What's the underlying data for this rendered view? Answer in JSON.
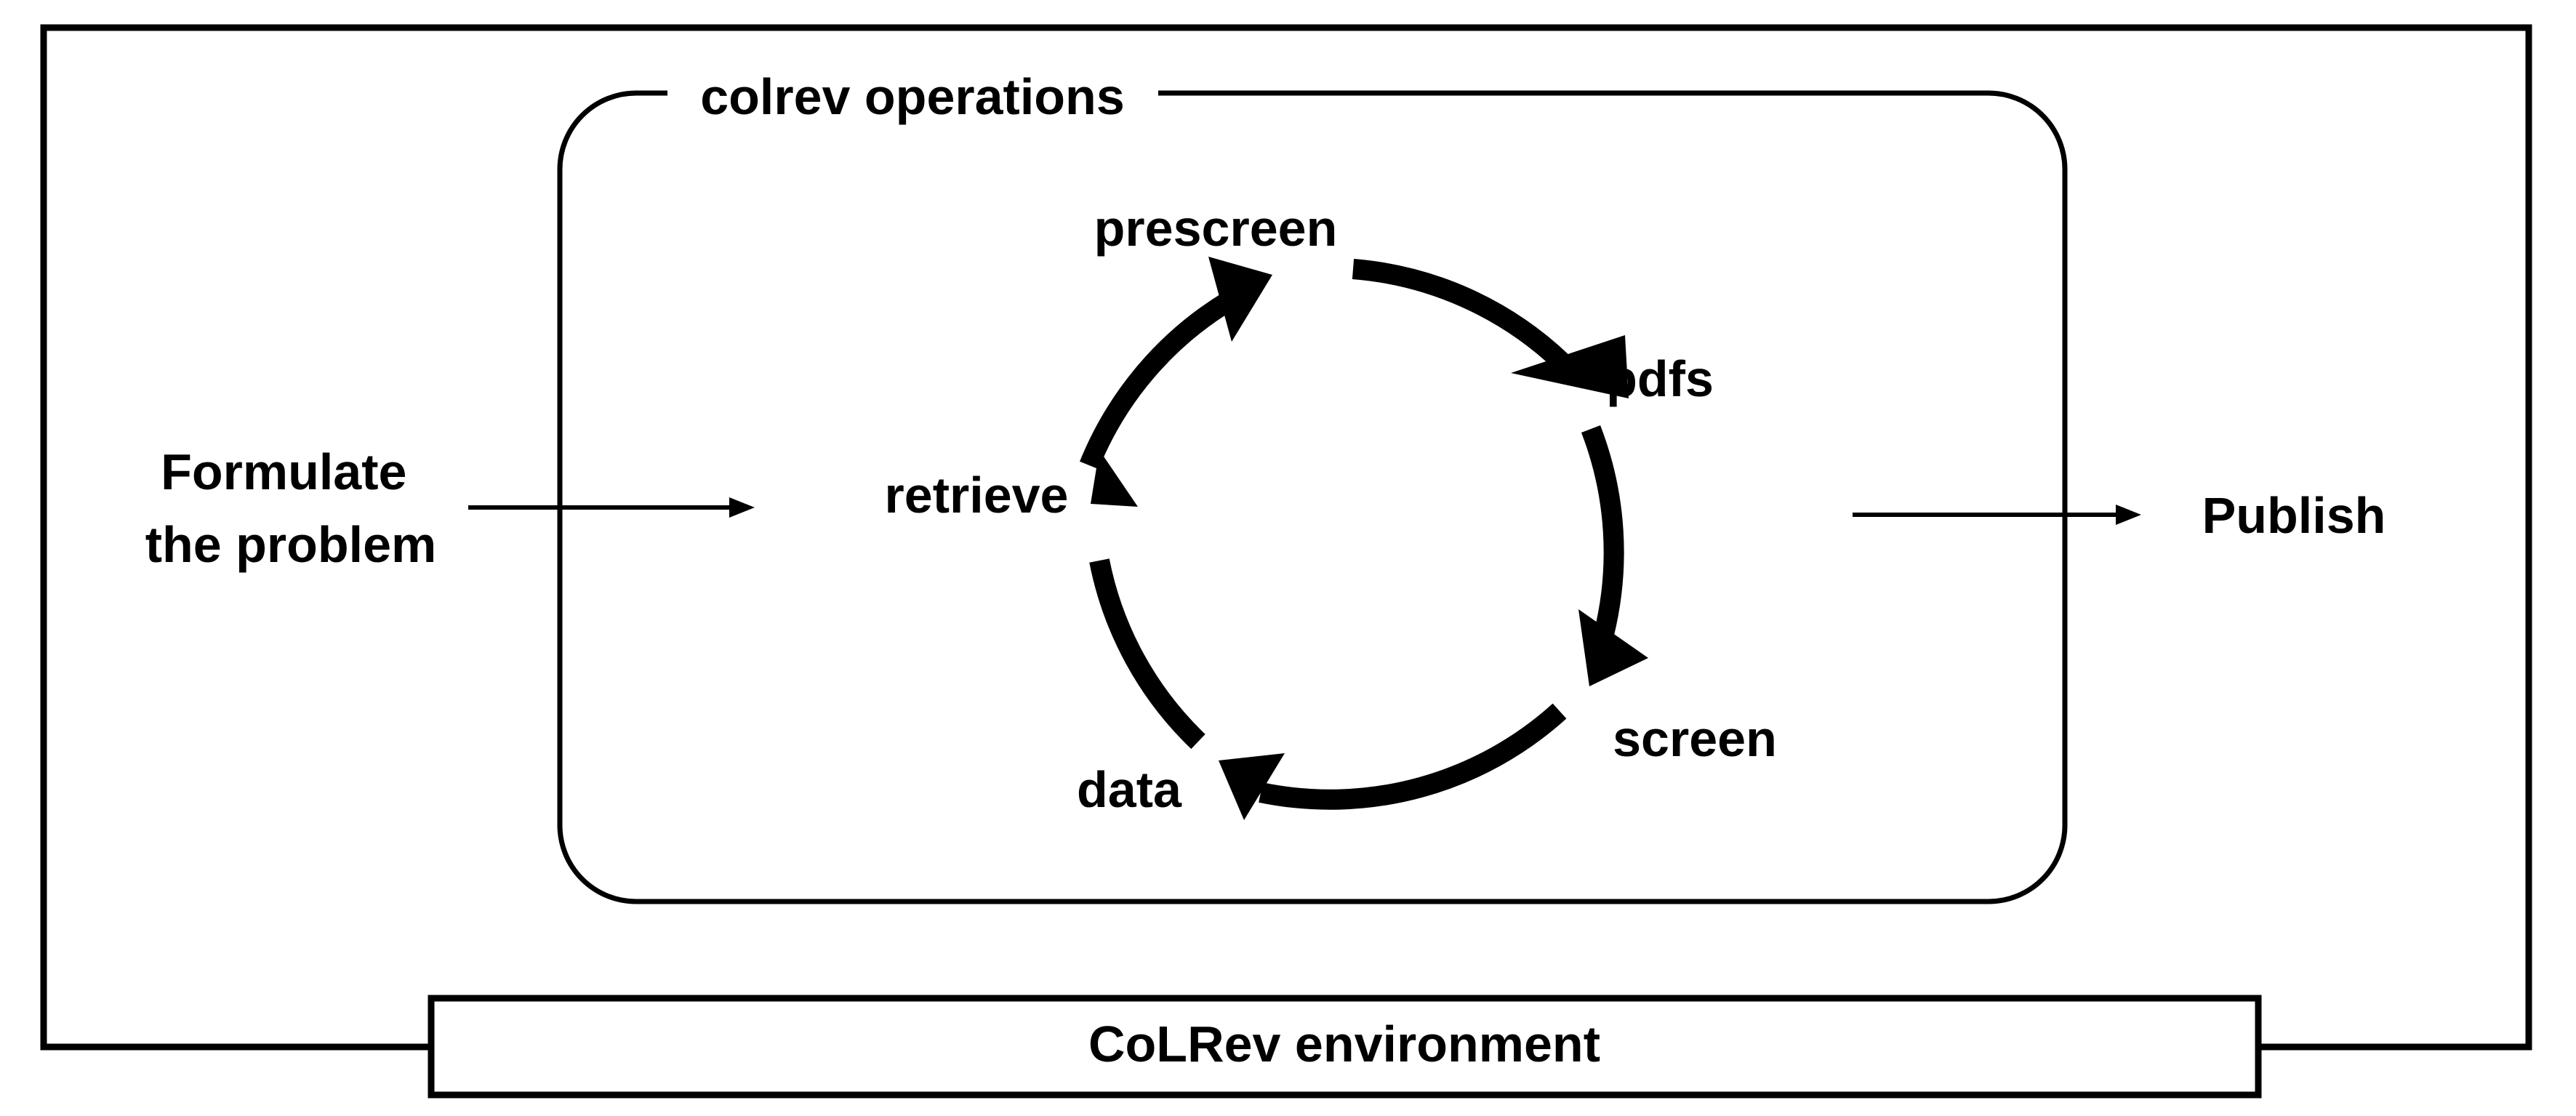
{
  "diagram": {
    "environment_label": "CoLRev environment",
    "operations_title": "colrev operations",
    "left_label": [
      "Formulate",
      "the problem"
    ],
    "right_label": "Publish",
    "cycle_steps": [
      "prescreen",
      "pdfs",
      "screen",
      "data",
      "retrieve"
    ]
  },
  "colors": {
    "stroke": "#000000",
    "background": "#ffffff"
  }
}
